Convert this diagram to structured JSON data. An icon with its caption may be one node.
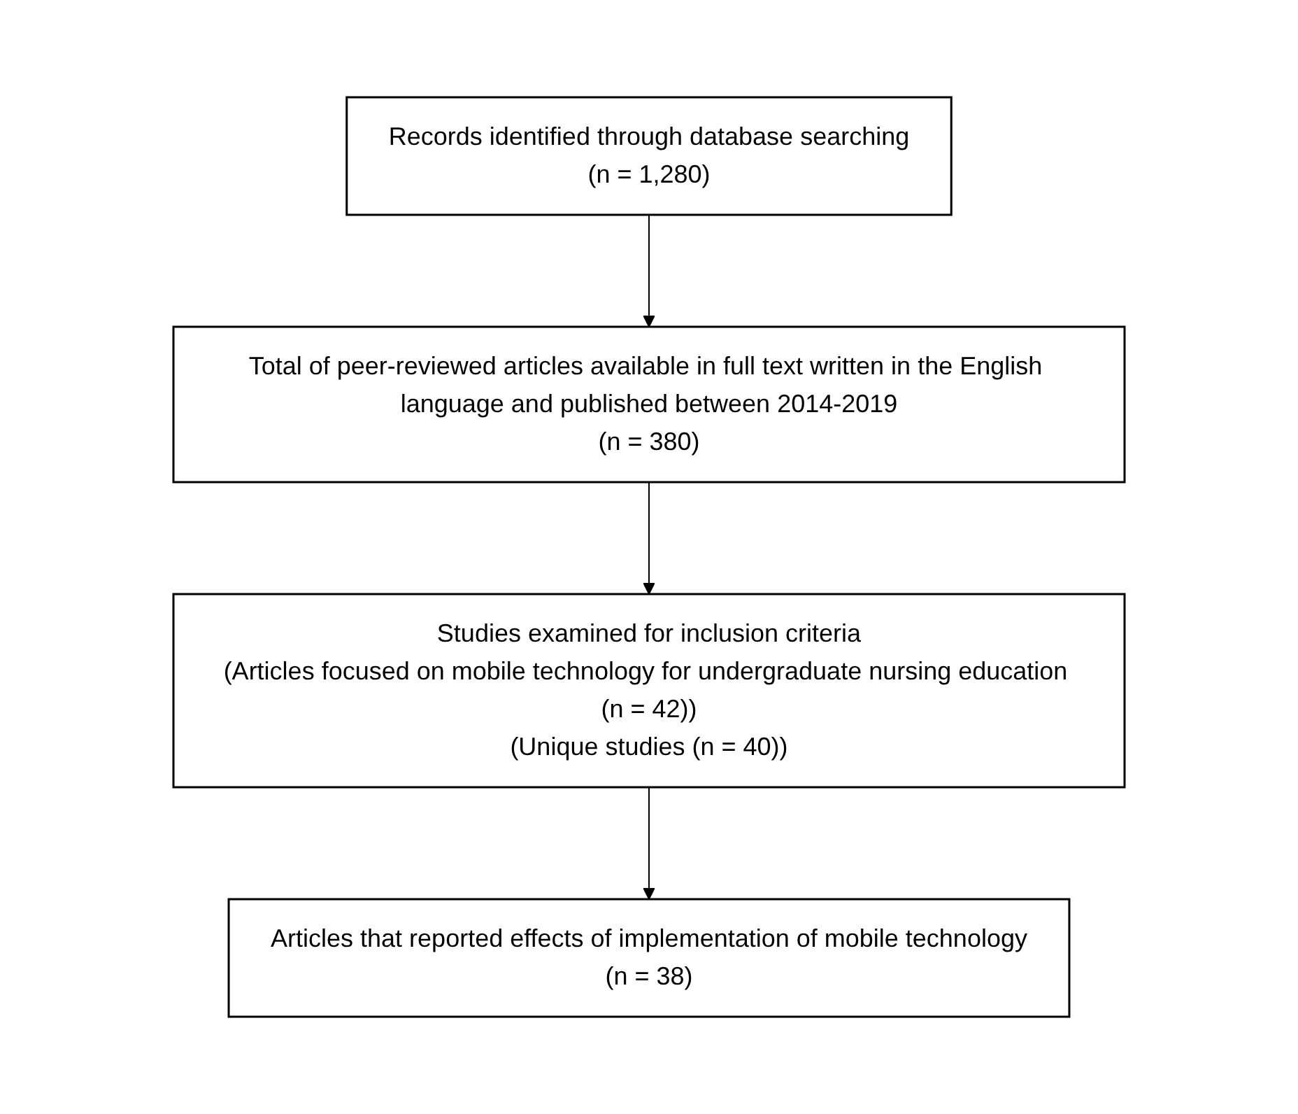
{
  "diagram": {
    "nodes": [
      {
        "text": [
          "Records identified through database searching",
          "(n = 1,280)"
        ]
      },
      {
        "text": [
          "Total of peer-reviewed articles available in full text written in the English language and published between 2014-2019",
          "(n = 380)"
        ]
      },
      {
        "text": [
          "Studies examined for inclusion criteria",
          "(Articles focused on mobile technology for undergraduate nursing education (n = 42))",
          "(Unique studies (n = 40))"
        ]
      },
      {
        "text": [
          "Articles that reported effects of implementation of mobile technology",
          "(n = 38)"
        ]
      }
    ],
    "edges": [
      {
        "from": 0,
        "to": 1,
        "arrow": "to"
      },
      {
        "from": 1,
        "to": 2,
        "arrow": "to"
      },
      {
        "from": 2,
        "to": 3,
        "arrow": "to"
      }
    ]
  }
}
